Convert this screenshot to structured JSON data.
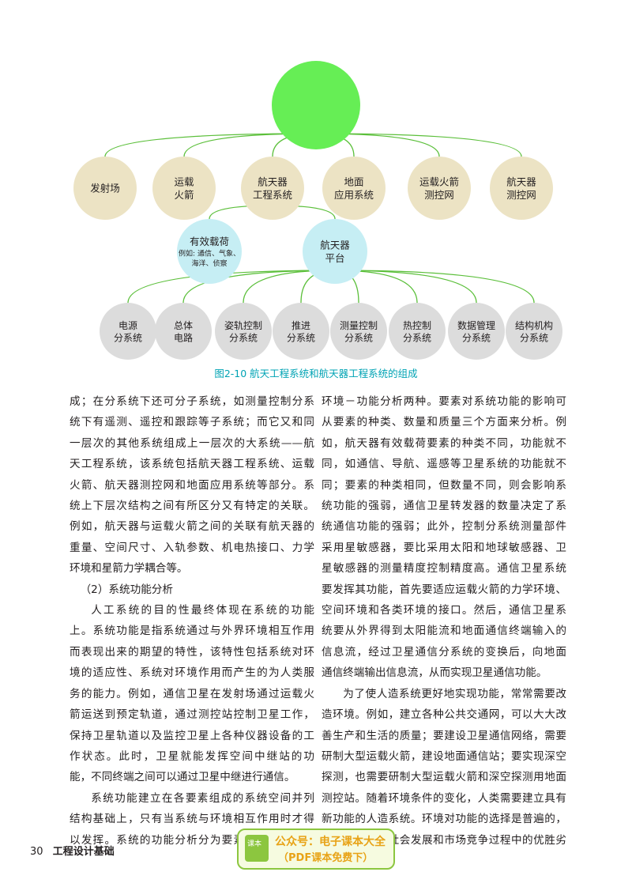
{
  "diagram": {
    "top_node": {
      "label": ""
    },
    "level1": [
      {
        "lines": [
          "发射场"
        ]
      },
      {
        "lines": [
          "运载",
          "火箭"
        ]
      },
      {
        "lines": [
          "航天器",
          "工程系统"
        ]
      },
      {
        "lines": [
          "地面",
          "应用系统"
        ]
      },
      {
        "lines": [
          "运载火箭",
          "测控网"
        ]
      },
      {
        "lines": [
          "航天器",
          "测控网"
        ]
      }
    ],
    "level2": [
      {
        "lines": [
          "有效载荷"
        ],
        "sub": [
          "例如: 通信、气象、",
          "海洋、侦察"
        ]
      },
      {
        "lines": [
          "航天器",
          "平台"
        ],
        "sub": []
      }
    ],
    "level3": [
      {
        "lines": [
          "电源",
          "分系统"
        ]
      },
      {
        "lines": [
          "总体",
          "电路"
        ]
      },
      {
        "lines": [
          "姿轨控制",
          "分系统"
        ]
      },
      {
        "lines": [
          "推进",
          "分系统"
        ]
      },
      {
        "lines": [
          "测量控制",
          "分系统"
        ]
      },
      {
        "lines": [
          "热控制",
          "分系统"
        ]
      },
      {
        "lines": [
          "数据管理",
          "分系统"
        ]
      },
      {
        "lines": [
          "结构机构",
          "分系统"
        ]
      }
    ],
    "colors": {
      "top": "#66ee55",
      "level1": "#ece3c4",
      "level2": "#c6eef4",
      "level3": "#dcdcdc",
      "line": "#5bbf3a"
    }
  },
  "caption": "图2-10   航天工程系统和航天器工程系统的组成",
  "left_column": [
    "成；在分系统下还可分子系统，如测量控制分系",
    "统下有遥测、遥控和跟踪等子系统；而它又和同",
    "一层次的其他系统组成上一层次的大系统——航",
    "天工程系统，该系统包括航天器工程系统、运载",
    "火箭、航天器测控网和地面应用系统等部分。系",
    "统上下层次结构之间有所区分又有特定的关联。",
    "例如，航天器与运载火箭之间的关联有航天器的",
    "重量、空间尺寸、入轨参数、机电热接口、力学",
    "环境和星箭力学耦合等。",
    "（2）系统功能分析",
    "人工系统的目的性最终体现在系统的功能",
    "上。系统功能是指系统通过与外界环境相互作用",
    "而表现出来的期望的特性，该特性包括系统对环",
    "境的适应性、系统对环境作用而产生的为人类服",
    "务的能力。例如，通信卫星在发射场通过运载火",
    "箭运送到预定轨道，通过测控站控制卫星工作，",
    "保持卫星轨道以及监控卫星上各种仪器设备的工",
    "作状态。此时，卫星就能发挥空间中继站的功",
    "能，不同终端之间可以通过卫星中继进行通信。",
    "系统功能建立在各要素组成的系统空间并列",
    "结构基础上，只有当系统与环境相互作用时才得",
    "以发挥。系统的功能分析分为要素－功能分析和"
  ],
  "right_column": [
    "环境－功能分析两种。要素对系统功能的影响可",
    "从要素的种类、数量和质量三个方面来分析。例",
    "如，航天器有效载荷要素的种类不同，功能就不",
    "同，如通信、导航、遥感等卫星系统的功能就不",
    "同；要素的种类相同，但数量不同，则会影响系",
    "统功能的强弱，通信卫星转发器的数量决定了系",
    "统通信功能的强弱；此外，控制分系统测量部件",
    "采用星敏感器，要比采用太阳和地球敏感器、卫",
    "星敏感器的测量精度控制精度高。通信卫星系统",
    "要发挥其功能，首先要适应运载火箭的力学环境、",
    "空间环境和各类环境的接口。然后，通信卫星系",
    "统要从外界得到太阳能流和地面通信终端输入的",
    "信息流，经过卫星通信分系统的变换后，向地面",
    "通信终端输出信息流，从而实现卫星通信功能。",
    "为了使人造系统更好地实现功能，常常需要改",
    "造环境。例如，建立各种公共交通网，可以大大改",
    "善生产和生活的质量；要建设卫星通信网络，需要",
    "研制大型运载火箭，建设地面通信站；要实现深空",
    "探测，也需要研制大型运载火箭和深空探测用地面",
    "测控站。随着环境条件的变化，人类需要建立具有",
    "新功能的人造系统。环境对功能的选择是普遍的，",
    "在生物进化、社会发展和市场竞争过程中的优胜劣"
  ],
  "footer": {
    "page_number": "30",
    "book_title": "工程设计基础"
  },
  "watermark": {
    "logo_text": "课本",
    "line1": "公众号：电子课本大全",
    "line2": "（PDF课本免费下）"
  }
}
